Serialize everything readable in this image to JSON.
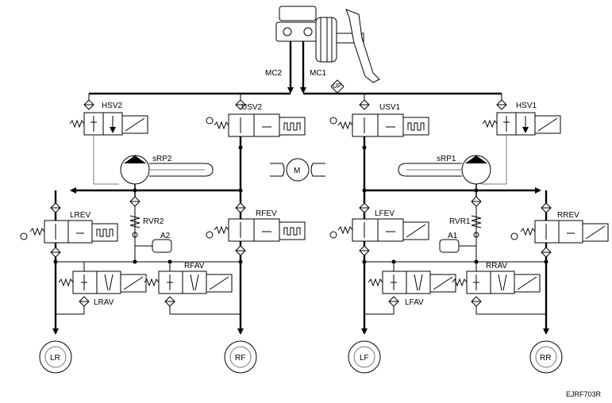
{
  "labels": {
    "mc2": "MC2",
    "mc1": "MC1",
    "hsv2": "HSV2",
    "usv2": "USV2",
    "usv1": "USV1",
    "hsv1": "HSV1",
    "srp2": "sRP2",
    "srp1": "sRP1",
    "motor": "M",
    "lrev": "LREV",
    "rvr2": "RVR2",
    "rfev": "RFEV",
    "lfev": "LFEV",
    "rvr1": "RVR1",
    "rrev": "RREV",
    "a2": "A2",
    "a1": "A1",
    "lrav": "LRAV",
    "rfav": "RFAV",
    "lfav": "LFAV",
    "rrav": "RRAV",
    "up": "UP"
  },
  "wheels": {
    "lr": "LR",
    "rf": "RF",
    "lf": "LF",
    "rr": "RR"
  },
  "reference_code": "EJRF703R"
}
